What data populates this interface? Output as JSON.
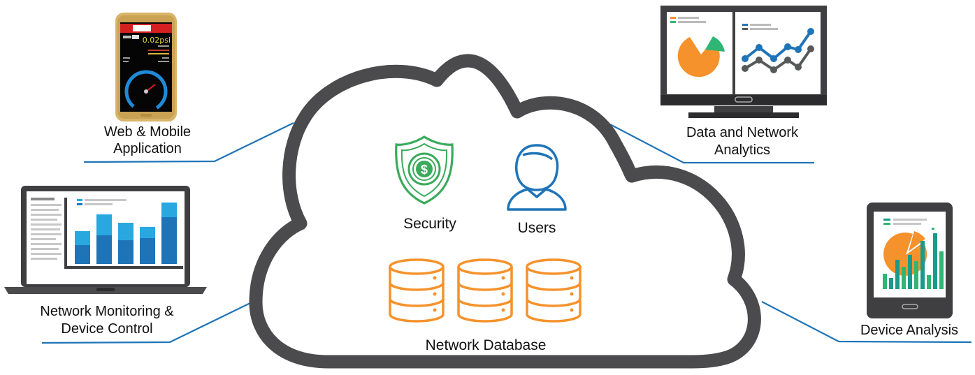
{
  "colors": {
    "cloud_outline": "#4b4b4d",
    "connector": "#1f74b8",
    "security": "#3aaa5c",
    "users": "#1f74b8",
    "database": "#f5922b",
    "bar_light": "#29a8e0",
    "bar_dark": "#1f74b8",
    "analytics_orange": "#f5922b",
    "analytics_green": "#2fb574",
    "analytics_blue": "#1f74b8",
    "analytics_gray": "#58595b",
    "tablet_teal": "#1a9a8a",
    "phone_gold": "#d8b56a"
  },
  "cloud": {
    "security_label": "Security",
    "users_label": "Users",
    "database_label": "Network Database"
  },
  "nodes": {
    "mobile": {
      "label_line1": "Web & Mobile",
      "label_line2": "Application",
      "readout": "0.02psi"
    },
    "laptop": {
      "label_line1": "Network Monitoring &",
      "label_line2": "Device Control"
    },
    "analytics": {
      "label_line1": "Data and Network",
      "label_line2": "Analytics"
    },
    "tablet": {
      "label": "Device Analysis"
    }
  },
  "icons": {
    "security": "shield-dollar-icon",
    "users": "user-icon",
    "database": "database-icon"
  }
}
